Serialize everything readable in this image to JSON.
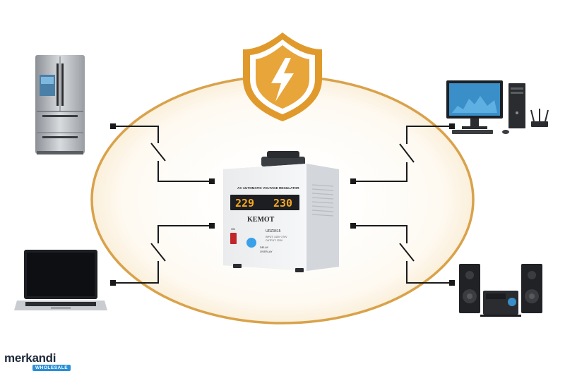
{
  "regulator": {
    "brand": "KEMOT",
    "title": "AC AUTOMATIC VOLTAGE REGULATOR",
    "input_reading": "229",
    "output_reading": "230",
    "model": "URZ3415",
    "spec_input": "INPUT: 140V~270V",
    "spec_output": "OUTPUT: 220V",
    "switch_label": "ON",
    "delay_label": "DELAY",
    "overload_label": "OVERLAY"
  },
  "devices": [
    "refrigerator",
    "computer",
    "laptop",
    "speakers"
  ],
  "watermark": {
    "name": "merkandi",
    "tag": "WHOLESALE"
  },
  "colors": {
    "ring": "#d9a24a",
    "shield": "#e09a2c",
    "shield_inner": "#ffffff",
    "wire": "#1a1a1a",
    "display": "#f5a623",
    "indicator": "#3aa0e8"
  }
}
